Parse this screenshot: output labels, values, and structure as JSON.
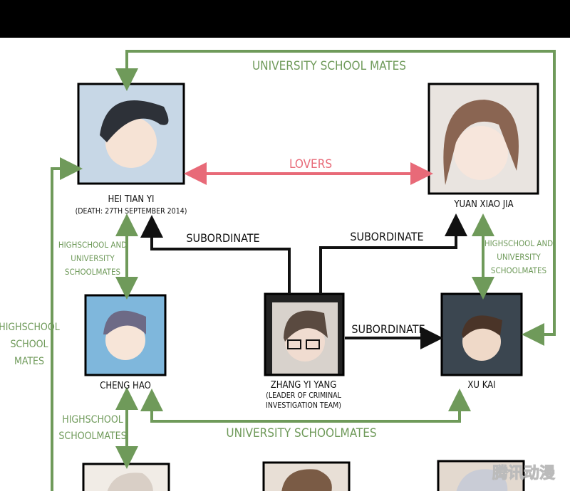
{
  "colors": {
    "green": "#6f9a5a",
    "pink": "#e86a78",
    "black": "#111111"
  },
  "characters": {
    "hei_tian_yi": {
      "name": "HEI TIAN YI",
      "note": "(DEATH: 27TH SEPTEMBER 2014)"
    },
    "yuan_xiao_jia": {
      "name": "YUAN XIAO JIA"
    },
    "cheng_hao": {
      "name": "CHENG HAO"
    },
    "zhang_yi_yang": {
      "name": "ZHANG YI YANG",
      "note_line1": "(LEADER OF CRIMINAL",
      "note_line2": "INVESTIGATION TEAM)"
    },
    "xu_kai": {
      "name": "XU KAI"
    }
  },
  "relations": {
    "university_top": "UNIVERSITY SCHOOL MATES",
    "lovers": "LOVERS",
    "subordinate_left": "SUBORDINATE",
    "subordinate_right": "SUBORDINATE",
    "subordinate_xu": "SUBORDINATE",
    "hs_uni_left": [
      "HIGHSCHOOL AND",
      "UNIVERSITY",
      "SCHOOLMATES"
    ],
    "hs_uni_right": [
      "HIGHSCHOOL AND",
      "UNIVERSITY",
      "SCHOOLMATES"
    ],
    "hs_left": [
      "HIGHSCHOOL",
      "SCHOOL",
      "MATES"
    ],
    "hs_cheng": [
      "HIGHSCHOOL",
      "SCHOOLMATES"
    ],
    "university_bottom": "UNIVERSITY SCHOOLMATES"
  },
  "watermark": "腾讯动漫"
}
